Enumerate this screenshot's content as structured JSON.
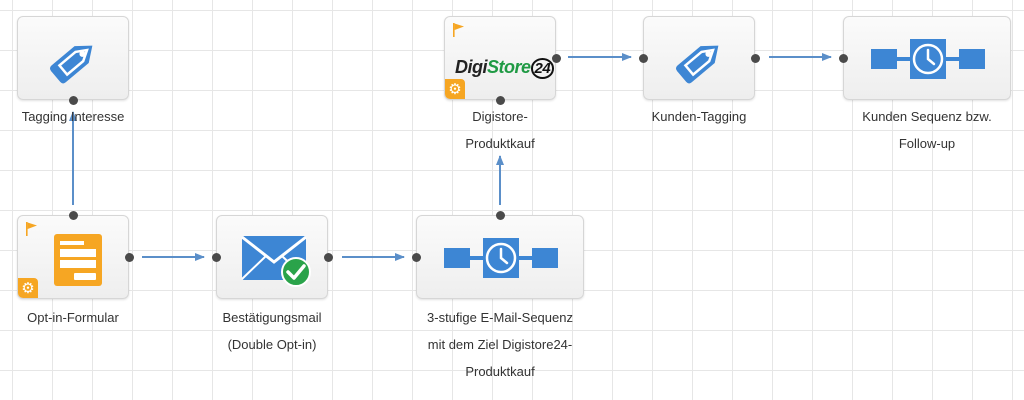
{
  "workflow": {
    "nodes": {
      "tagging_interesse": {
        "label": "Tagging Interesse",
        "icon": "tag-icon"
      },
      "opt_in_formular": {
        "label": "Opt-in-Formular",
        "icon": "form-icon"
      },
      "bestaetigungsmail": {
        "label_line1": "Bestätigungsmail",
        "label_line2": "(Double Opt-in)",
        "icon": "email-check-icon"
      },
      "email_sequenz": {
        "label_line1": "3-stufige E-Mail-Sequenz",
        "label_line2": "mit dem Ziel Digistore24-",
        "label_line3": "Produktkauf",
        "icon": "timer-sequence-icon"
      },
      "digistore_produktkauf": {
        "label_line1": "Digistore-",
        "label_line2": "Produktkauf",
        "logo_part1": "Digi",
        "logo_part2": "Store",
        "logo_part3": "24",
        "icon": "digistore24-logo"
      },
      "kunden_tagging": {
        "label": "Kunden-Tagging",
        "icon": "tag-icon"
      },
      "kunden_sequenz": {
        "label_line1": "Kunden Sequenz bzw.",
        "label_line2": "Follow-up",
        "icon": "timer-sequence-icon"
      }
    },
    "colors": {
      "icon_blue": "#3d86d4",
      "connector_blue": "#5b8fc9",
      "badge_orange": "#f6a623",
      "check_green": "#2aa34a",
      "port_dark": "#4a4a4a"
    }
  }
}
